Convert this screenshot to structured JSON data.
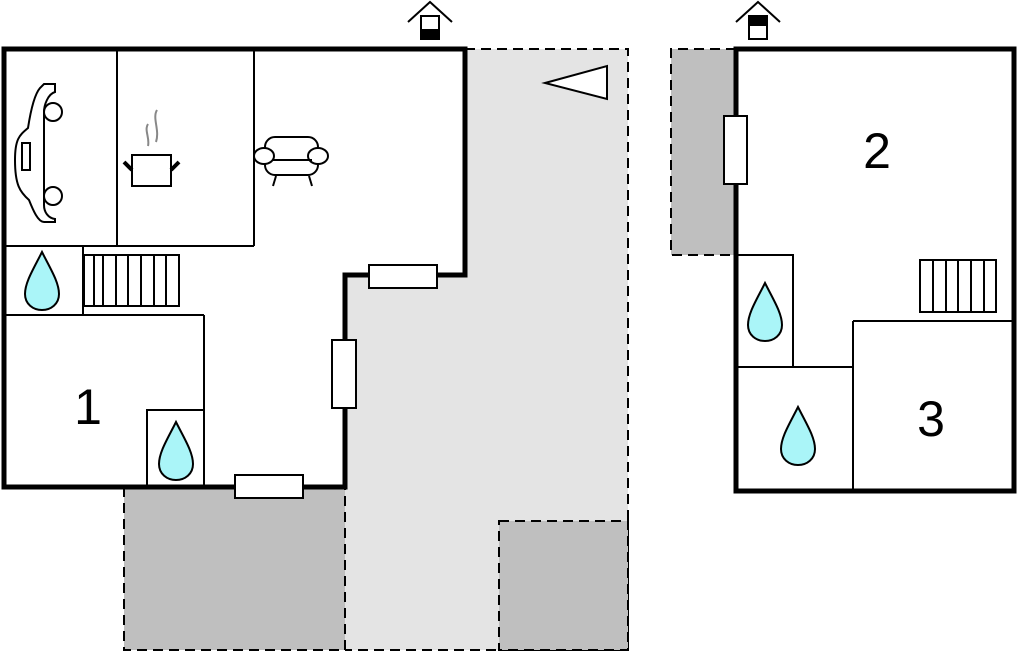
{
  "rooms": {
    "room_1": "1",
    "room_2": "2",
    "room_3": "3"
  },
  "colors": {
    "wall": "#000000",
    "terrace_light": "#e4e4e4",
    "terrace_dark": "#bfbfbf",
    "water_drop": "#aaf5f8"
  },
  "icons": [
    "car-icon",
    "cooking-pot-icon",
    "sofa-icon",
    "water-drop-icon",
    "stairs-icon",
    "window-icon",
    "entrance-icon",
    "north-arrow-icon"
  ]
}
